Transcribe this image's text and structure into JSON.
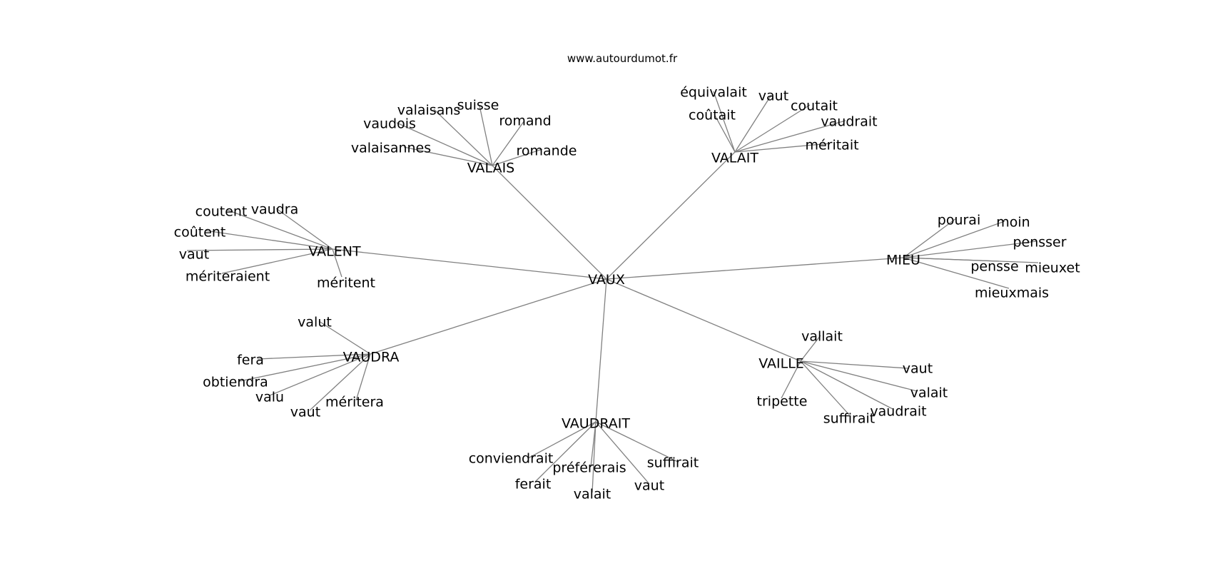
{
  "site": "www.autourdumot.fr",
  "center": "VAUX",
  "edge_color": "#808080",
  "clusters": [
    {
      "word": "VALAIS",
      "leaves": [
        "valaisans",
        "suisse",
        "vaudois",
        "romand",
        "valaisannes",
        "romande"
      ]
    },
    {
      "word": "VALAIT",
      "leaves": [
        "équivalait",
        "vaut",
        "coûtait",
        "coutait",
        "vaudrait",
        "méritait"
      ]
    },
    {
      "word": "VALENT",
      "leaves": [
        "coutent",
        "vaudra",
        "coûtent",
        "vaut",
        "mériteraient",
        "méritent"
      ]
    },
    {
      "word": "MIEU",
      "leaves": [
        "pourai",
        "moin",
        "pensser",
        "pensse",
        "mieuxet",
        "mieuxmais"
      ]
    },
    {
      "word": "VAUDRA",
      "leaves": [
        "valut",
        "fera",
        "obtiendra",
        "valu",
        "vaut",
        "méritera"
      ]
    },
    {
      "word": "VAILLE",
      "leaves": [
        "vallait",
        "vaut",
        "valait",
        "tripette",
        "vaudrait",
        "suffirait"
      ]
    },
    {
      "word": "VAUDRAIT",
      "leaves": [
        "conviendrait",
        "suffirait",
        "préférerais",
        "ferait",
        "vaut",
        "valait"
      ]
    }
  ]
}
